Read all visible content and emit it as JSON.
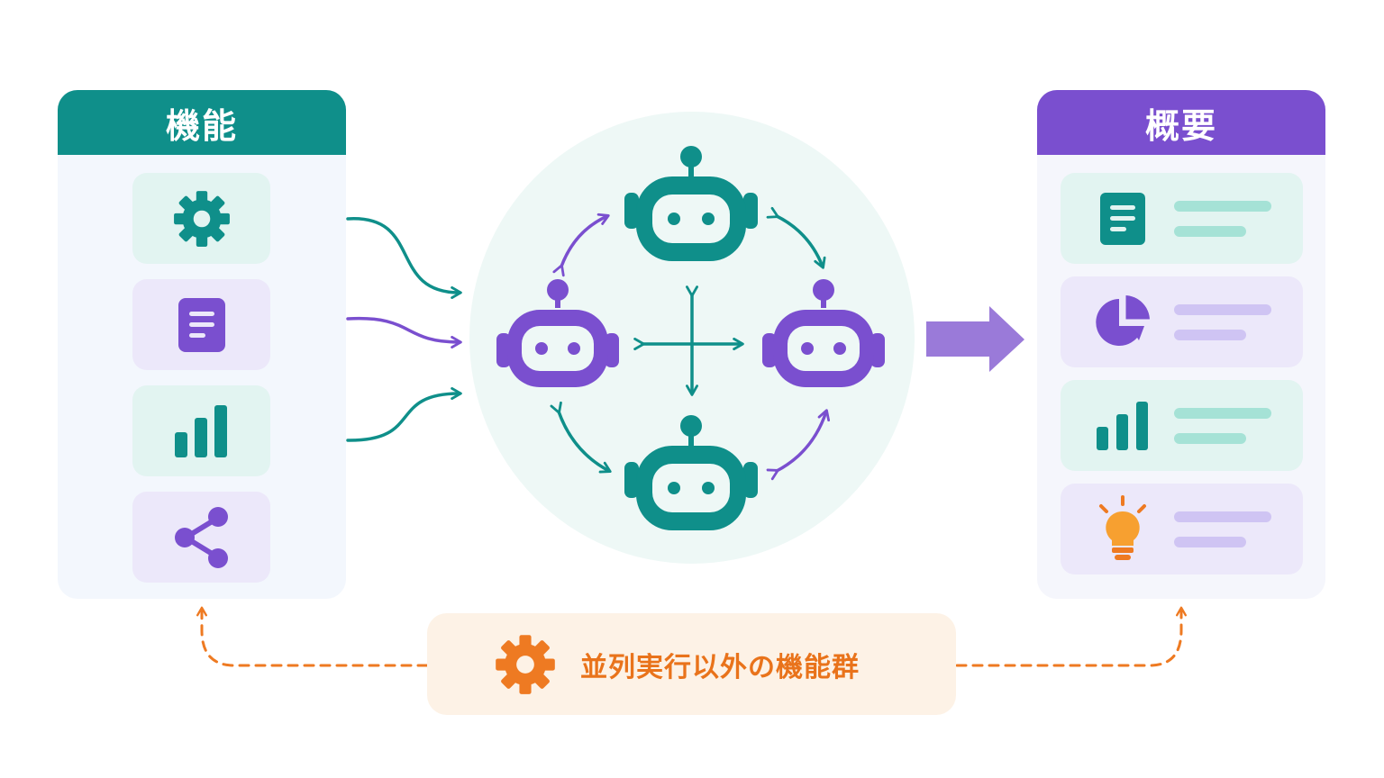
{
  "left_panel": {
    "title": "機能",
    "items": [
      {
        "icon": "gear-icon",
        "tone": "teal"
      },
      {
        "icon": "document-icon",
        "tone": "purple"
      },
      {
        "icon": "bar-chart-icon",
        "tone": "teal"
      },
      {
        "icon": "share-icon",
        "tone": "purple"
      }
    ]
  },
  "right_panel": {
    "title": "概要",
    "items": [
      {
        "icon": "document-icon",
        "tone": "teal"
      },
      {
        "icon": "pie-chart-icon",
        "tone": "purple"
      },
      {
        "icon": "bar-chart-icon",
        "tone": "teal"
      },
      {
        "icon": "lightbulb-icon",
        "tone": "purple"
      }
    ]
  },
  "hub": {
    "agents": [
      {
        "name": "agent-top",
        "color": "teal"
      },
      {
        "name": "agent-left",
        "color": "purple"
      },
      {
        "name": "agent-right",
        "color": "purple"
      },
      {
        "name": "agent-bottom",
        "color": "teal"
      }
    ]
  },
  "bottom": {
    "label": "並列実行以外の機能群",
    "icon": "gear-icon"
  },
  "colors": {
    "teal": "#0f8f8a",
    "purple": "#7a4fcf",
    "orange": "#ee7a22",
    "arrow_purple": "#9a7ad9"
  }
}
